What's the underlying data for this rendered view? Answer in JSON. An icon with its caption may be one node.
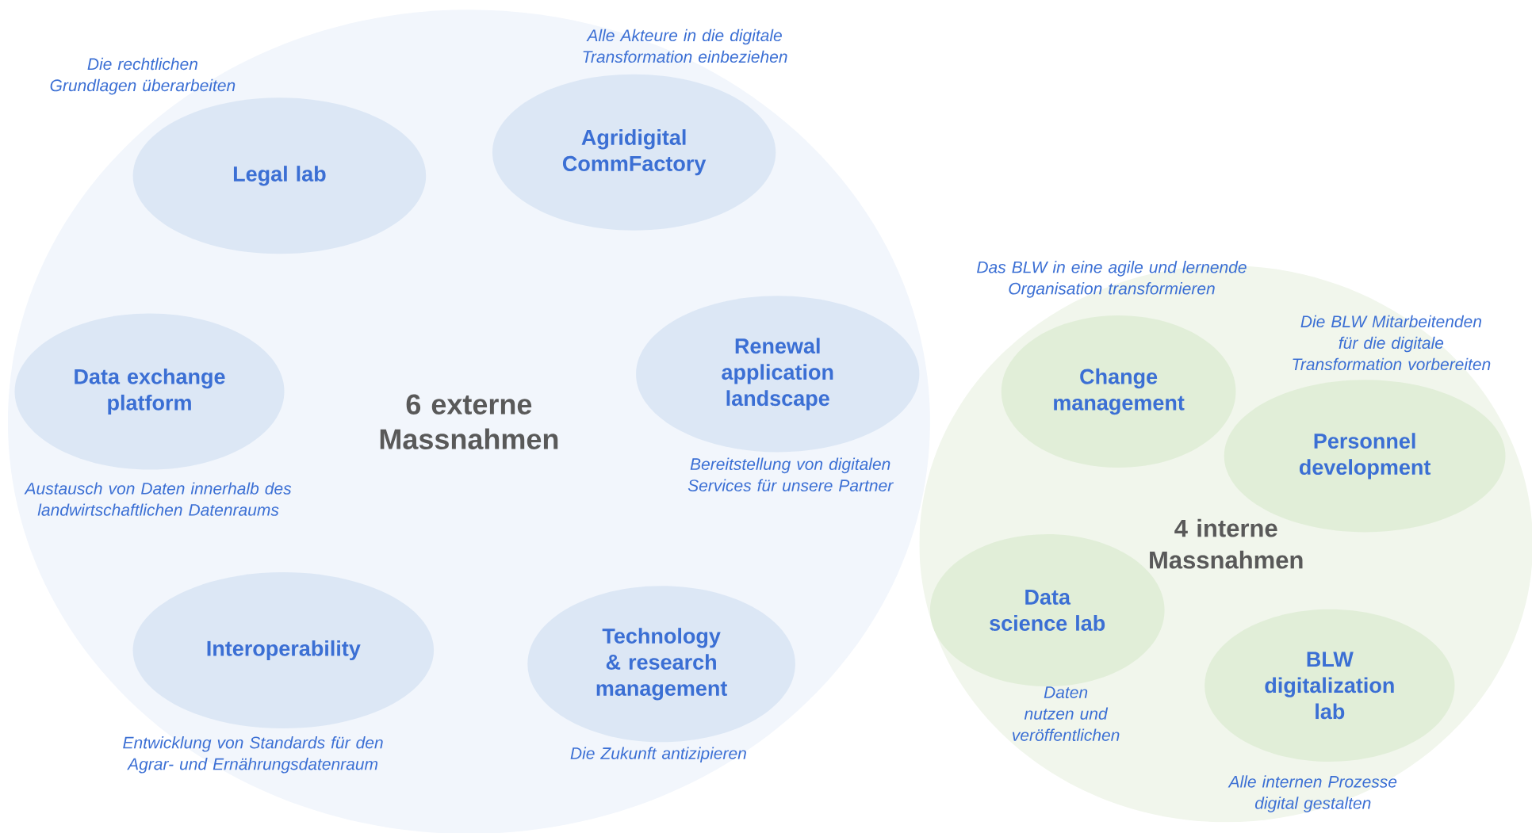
{
  "diagram": {
    "nodes": [
      {
        "text": [
          "6 externe Massnahmen"
        ]
      },
      {
        "text": [
          "Legal lab"
        ],
        "in": 0,
        "beside": [
          "Die rechtlichen Grundlagen überarbeiten"
        ]
      },
      {
        "text": [
          "Agridigital CommFactory"
        ],
        "in": 0,
        "beside": [
          "Alle Akteure in die digitale Transformation einbeziehen"
        ]
      },
      {
        "text": [
          "Data exchange platform"
        ],
        "in": 0,
        "beside": [
          "Austausch von Daten innerhalb des landwirtschaftlichen Datenraums"
        ]
      },
      {
        "text": [
          "Renewal application landscape"
        ],
        "in": 0,
        "beside": [
          "Bereitstellung von digitalen Services für unsere Partner"
        ]
      },
      {
        "text": [
          "Interoperability"
        ],
        "in": 0,
        "beside": [
          "Entwicklung von Standards für den Agrar- und Ernährungsdatenraum"
        ]
      },
      {
        "text": [
          "Technology & research management"
        ],
        "in": 0,
        "beside": [
          "Die Zukunft antizipieren"
        ]
      },
      {
        "text": [
          "4 interne Massnahmen"
        ]
      },
      {
        "text": [
          "Change management"
        ],
        "in": 7,
        "beside": [
          "Das BLW in eine agile und lernende Organisation transformieren"
        ]
      },
      {
        "text": [
          "Personnel development"
        ],
        "in": 7,
        "beside": [
          "Die BLW Mitarbeitenden für die digitale Transformation vorbereiten"
        ]
      },
      {
        "text": [
          "Data science lab"
        ],
        "in": 7,
        "beside": [
          "Daten nutzen und veröffentlichen"
        ]
      },
      {
        "text": [
          "BLW digitalization lab"
        ],
        "in": 7,
        "beside": [
          "Alle internen Prozesse digital gestalten"
        ]
      }
    ]
  }
}
